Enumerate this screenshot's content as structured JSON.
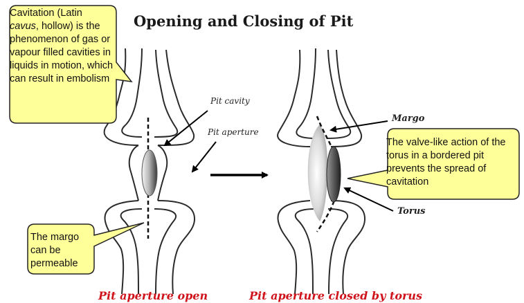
{
  "diagram": {
    "title": "Opening and Closing of Pit",
    "labels": {
      "pit_cavity": "Pit cavity",
      "pit_aperture": "Pit aperture",
      "margo": "Margo",
      "torus": "Torus"
    },
    "captions": {
      "left": "Pit aperture open",
      "right": "Pit aperture closed by  torus"
    }
  },
  "callouts": {
    "cavitation_pre": "Cavitation (Latin ",
    "cavitation_italic": "cavus",
    "cavitation_post": ", hollow) is the phenomenon of gas or vapour filled cavities in liquids in motion, which can result in embolism",
    "valve_action": "The valve-like action of the torus in a bordered pit prevents the spread of cavitation",
    "margo_permeable": "The margo can be permeable"
  },
  "colors": {
    "callout_fill": "#ffff99",
    "caption_red": "#d0141c"
  }
}
